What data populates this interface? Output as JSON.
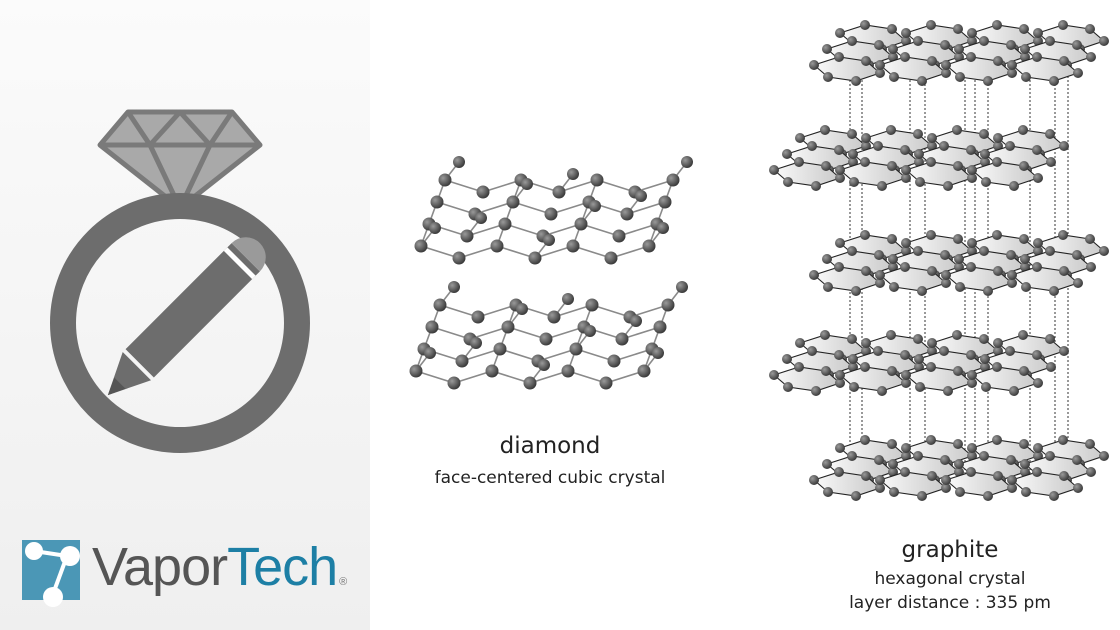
{
  "logo": {
    "brand_part1": "Vapor",
    "brand_part2": "Tech",
    "registered": "®",
    "accent": "#1d7fa5",
    "icon_color": "#6d6d6d"
  },
  "diamond": {
    "title": "diamond",
    "subtitle": "face-centered cubic crystal"
  },
  "graphite": {
    "title": "graphite",
    "subtitle": "hexagonal crystal",
    "detail": "layer distance : 335 pm"
  }
}
